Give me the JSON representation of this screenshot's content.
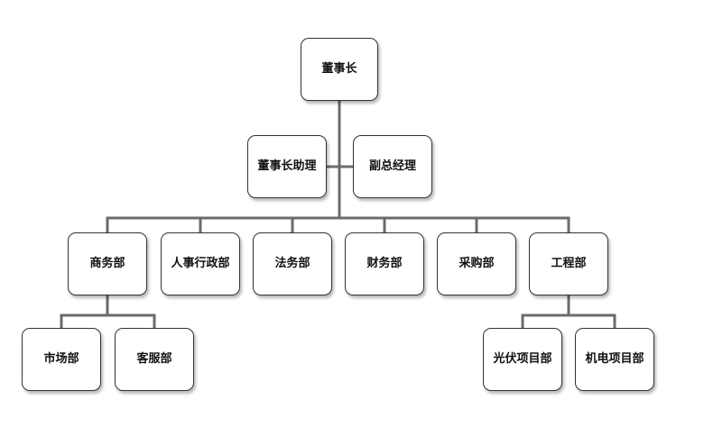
{
  "org_chart": {
    "chairman": "董事长",
    "chairman_assistant": "董事长助理",
    "vice_manager": "副总经理",
    "departments": {
      "business": "商务部",
      "hr_admin": "人事行政部",
      "legal": "法务部",
      "finance": "财务部",
      "purchasing": "采购部",
      "engineering": "工程部"
    },
    "sub_departments": {
      "market": "市场部",
      "customer_service": "客服部",
      "photovoltaic_project": "光伏项目部",
      "electromechanical_project": "机电项目部"
    }
  },
  "colors": {
    "connector": "#6b6b6b",
    "box_border": "#333333",
    "text": "#111111",
    "background": "#ffffff"
  }
}
